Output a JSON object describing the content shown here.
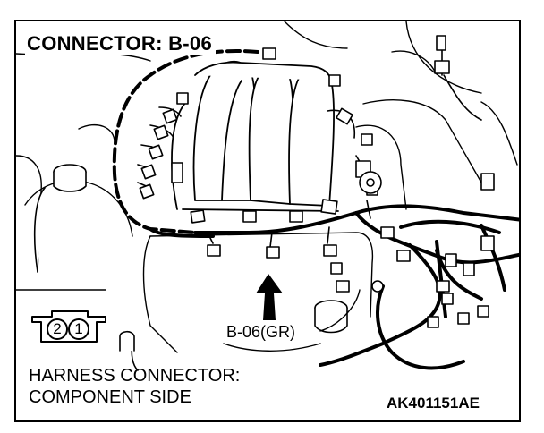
{
  "title": "CONNECTOR: B-06",
  "callout_label": "B-06(GR)",
  "caption": {
    "line1": "HARNESS CONNECTOR:",
    "line2": "COMPONENT SIDE"
  },
  "reference_code": "AK401151AE",
  "connector_pins": [
    "2",
    "1"
  ],
  "colors": {
    "line": "#000000",
    "background": "#ffffff"
  }
}
